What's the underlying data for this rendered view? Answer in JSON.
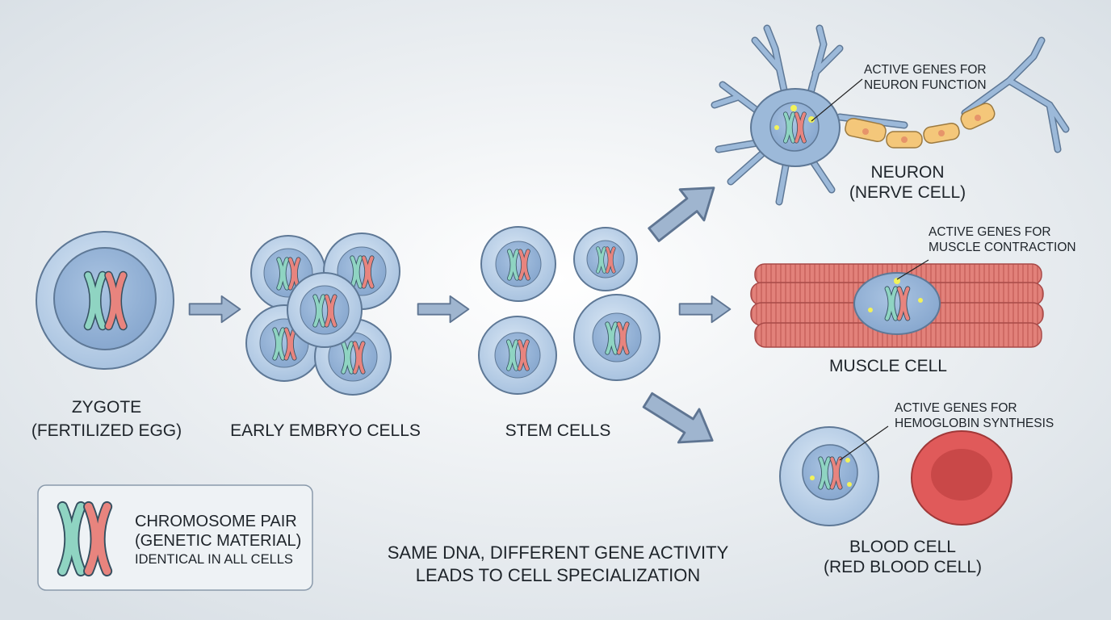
{
  "stages": {
    "zygote": {
      "line1": "ZYGOTE",
      "line2": "(FERTILIZED EGG)"
    },
    "embryo": {
      "line1": "EARLY EMBRYO CELLS"
    },
    "stem": {
      "line1": "STEM CELLS"
    }
  },
  "specialized": {
    "neuron": {
      "line1": "NEURON",
      "line2": "(NERVE CELL)",
      "ann1": "ACTIVE GENES FOR",
      "ann2": "NEURON FUNCTION"
    },
    "muscle": {
      "line1": "MUSCLE CELL",
      "ann1": "ACTIVE GENES FOR",
      "ann2": "MUSCLE CONTRACTION"
    },
    "blood": {
      "line1": "BLOOD CELL",
      "line2": "(RED BLOOD CELL)",
      "ann1": "ACTIVE GENES FOR",
      "ann2": "HEMOGLOBIN SYNTHESIS"
    }
  },
  "legend": {
    "line1": "CHROMOSOME PAIR",
    "line2": "(GENETIC MATERIAL)",
    "line3": "IDENTICAL IN ALL CELLS",
    "icon": "chromosome-pair-icon"
  },
  "caption": {
    "line1": "SAME DNA, DIFFERENT GENE ACTIVITY",
    "line2": "LEADS TO CELL SPECIALIZATION"
  },
  "colors": {
    "chromosome_a": "#8fd4c2",
    "chromosome_b": "#e8847e",
    "cell": "#bcd3ea",
    "nucleus": "#9cb9d9",
    "arrow": "#9fb5cf",
    "muscle": "#e2817a",
    "rbc": "#e05a5a",
    "myelin": "#f4c77a",
    "active_gene": "#f2f25a"
  }
}
